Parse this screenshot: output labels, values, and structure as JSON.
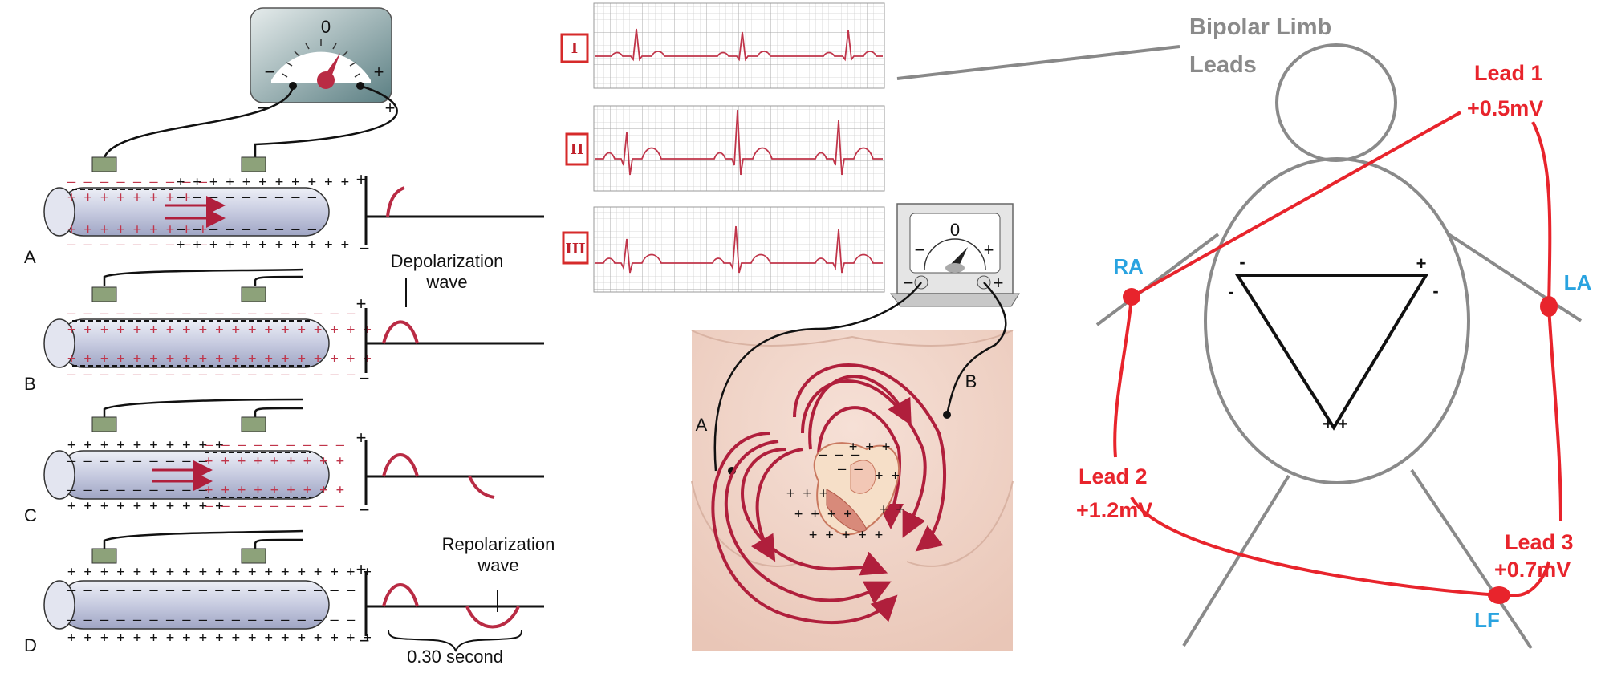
{
  "fiber_panel": {
    "meter": {
      "zero": "0",
      "minus": "−",
      "plus": "+"
    },
    "electrode_minus": "−",
    "electrode_plus": "+",
    "rows": [
      {
        "letter": "A"
      },
      {
        "letter": "B"
      },
      {
        "letter": "C"
      },
      {
        "letter": "D"
      }
    ],
    "graph_plus": "+",
    "graph_minus": "−",
    "depolarization_label": [
      "Depolarization",
      "wave"
    ],
    "repolarization_label": [
      "Repolarization",
      "wave"
    ],
    "duration_label": "0.30 second"
  },
  "ecg_strips": {
    "leads": [
      "I",
      "II",
      "III"
    ],
    "trace_color": "#c0354a",
    "grid_color": "#c9c9c9"
  },
  "chest_panel": {
    "meter": {
      "zero": "0",
      "minus": "−",
      "plus": "+"
    },
    "lead_a": "A",
    "lead_b": "B"
  },
  "einthoven": {
    "title_line1": "Bipolar Limb",
    "title_line2": "Leads",
    "electrodes": {
      "ra": "RA",
      "la": "LA",
      "lf": "LF"
    },
    "lead1": {
      "name": "Lead 1",
      "value": "+0.5mV"
    },
    "lead2": {
      "name": "Lead  2",
      "value": "+1.2mV"
    },
    "lead3": {
      "name": "Lead 3",
      "value": "+0.7mV"
    },
    "triangle_signs": {
      "top_left": "-",
      "top_right": "+",
      "left_side": "-",
      "right_side": "-",
      "bottom": "+ +"
    },
    "accent_red": "#e8242c",
    "accent_blue": "#29a3e0"
  }
}
